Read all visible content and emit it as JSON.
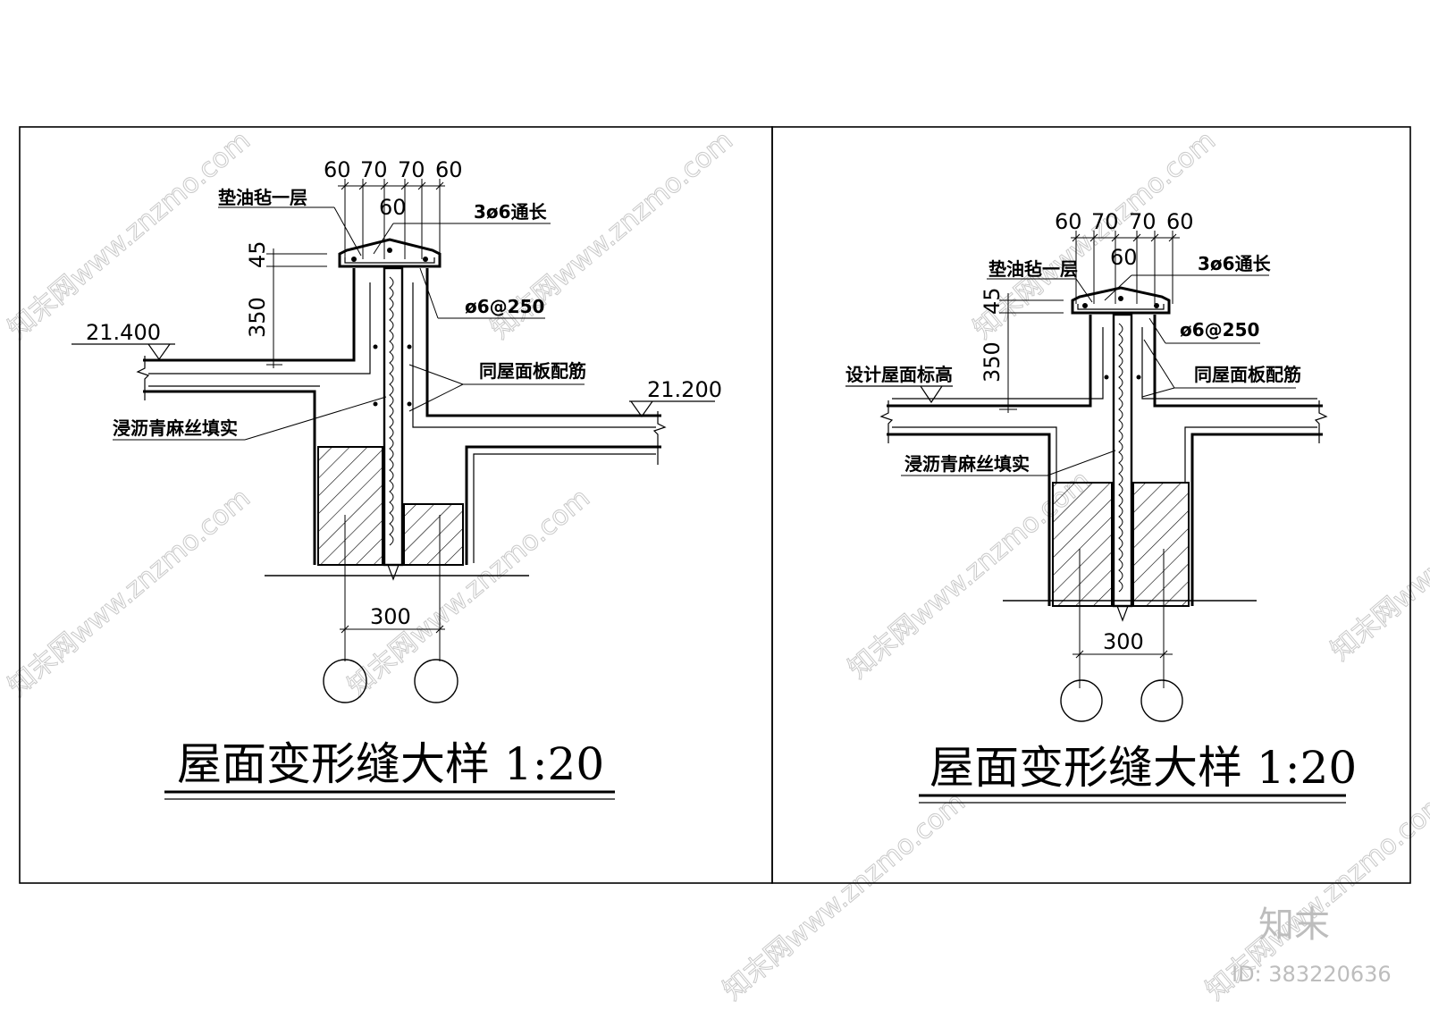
{
  "watermark": {
    "text": "知末网www.znzmo.com",
    "brand": "知末",
    "id": "ID: 383220636"
  },
  "left": {
    "dims_top": [
      "60",
      "70",
      "70",
      "60"
    ],
    "dim_mid": "60",
    "dim_45": "45",
    "dim_350": "350",
    "dim_300": "300",
    "elev_left": "21.400",
    "elev_right": "21.200",
    "note_felt": "垫油毡一层",
    "note_bar": "3ø6通长",
    "note_stirrup": "ø6@250",
    "note_slab": "同屋面板配筋",
    "note_fill": "浸沥青麻丝填实",
    "title": "屋面变形缝大样 1:20"
  },
  "right": {
    "dims_top": [
      "60",
      "70",
      "70",
      "60"
    ],
    "dim_mid": "60",
    "dim_45": "45",
    "dim_350": "350",
    "dim_300": "300",
    "note_felt": "垫油毡一层",
    "note_bar": "3ø6通长",
    "note_stirrup": "ø6@250",
    "note_slab": "同屋面板配筋",
    "note_fill": "浸沥青麻丝填实",
    "note_design": "设计屋面标高",
    "title": "屋面变形缝大样 1:20"
  }
}
